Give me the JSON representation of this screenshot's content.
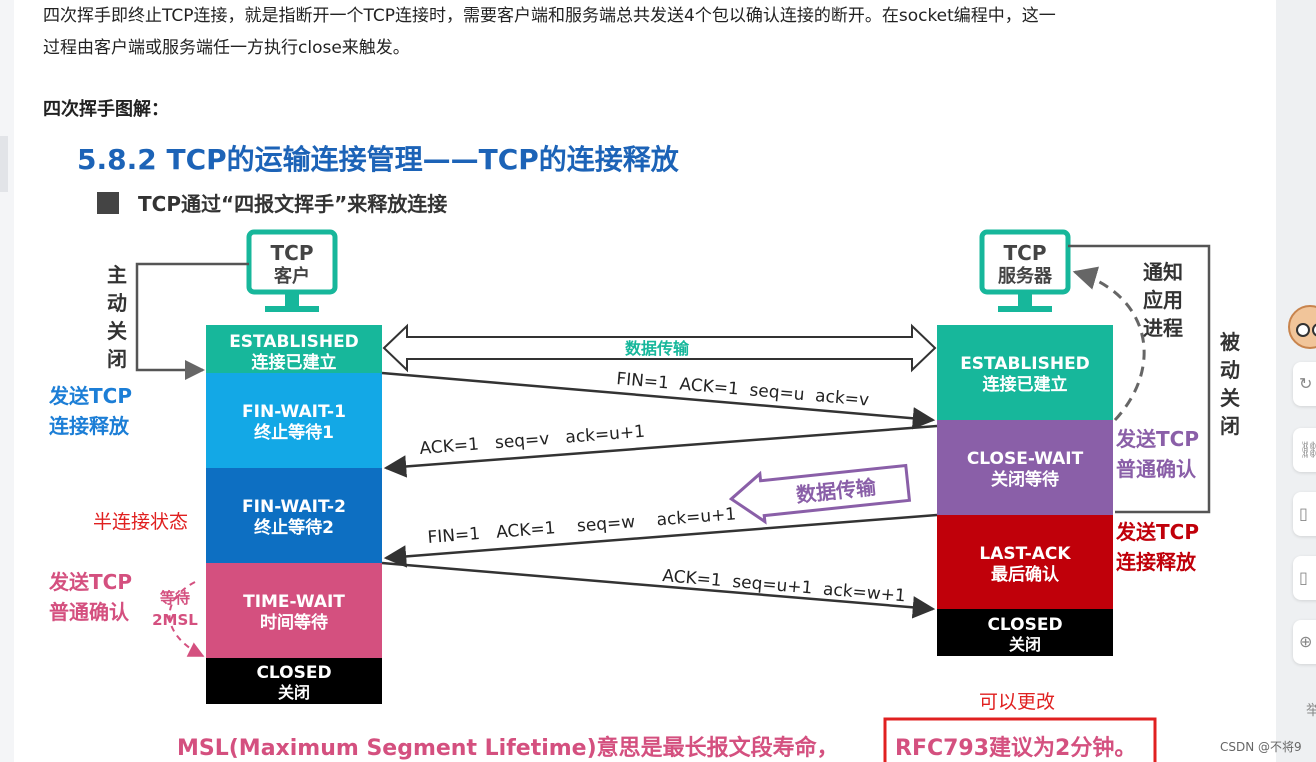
{
  "article": {
    "intro_line1": "四次挥手即终止TCP连接，就是指断开一个TCP连接时，需要客户端和服务端总共发送4个包以确认连接的断开。在socket编程中，这一",
    "intro_line2": "过程由客户端或服务端任一方执行close来触发。",
    "section_heading": "四次挥手图解："
  },
  "diagram": {
    "title": "5.8.2 TCP的运输连接管理——TCP的连接释放",
    "subtitle": "TCP通过“四报文挥手”来释放连接",
    "client_label": [
      "TCP",
      "客户"
    ],
    "server_label": [
      "TCP",
      "服务器"
    ],
    "active_close": [
      "主",
      "动",
      "关",
      "闭"
    ],
    "passive_close": [
      "被",
      "动",
      "关",
      "闭"
    ],
    "notify_app": [
      "通知",
      "应用",
      "进程"
    ],
    "client_states": [
      {
        "name": "ESTABLISHED",
        "cn": "连接已建立",
        "color": "#17b79b"
      },
      {
        "name": "FIN-WAIT-1",
        "cn": "终止等待1",
        "color": "#13a8e6"
      },
      {
        "name": "FIN-WAIT-2",
        "cn": "终止等待2",
        "color": "#0d6fc2"
      },
      {
        "name": "TIME-WAIT",
        "cn": "时间等待",
        "color": "#d4507f"
      },
      {
        "name": "CLOSED",
        "cn": "关闭",
        "color": "#000000"
      }
    ],
    "server_states": [
      {
        "name": "ESTABLISHED",
        "cn": "连接已建立",
        "color": "#17b79b"
      },
      {
        "name": "CLOSE-WAIT",
        "cn": "关闭等待",
        "color": "#8a5fa8"
      },
      {
        "name": "LAST-ACK",
        "cn": "最后确认",
        "color": "#c0000a"
      },
      {
        "name": "CLOSED",
        "cn": "关闭",
        "color": "#000000"
      }
    ],
    "data_transfer": "数据传输",
    "data_transfer_half": "数据传输",
    "segments": [
      "FIN=1  ACK=1  seq=u  ack=v",
      "ACK=1   seq=v   ack=u+1",
      "FIN=1   ACK=1    seq=w    ack=u+1",
      "ACK=1  seq=u+1  ack=w+1"
    ],
    "left_notes": {
      "send_release_1": "发送TCP",
      "send_release_2": "连接释放",
      "half_state": "半连接状态",
      "send_ack_1": "发送TCP",
      "send_ack_2": "普通确认",
      "wait_1": "等待",
      "wait_2": "2MSL"
    },
    "right_notes": {
      "ack_1": "发送TCP",
      "ack_2": "普通确认",
      "release_1": "发送TCP",
      "release_2": "连接释放"
    },
    "changeable": "可以更改",
    "msl_text": "MSL(Maximum Segment Lifetime)意思是最长报文段寿命，",
    "rfc_text": "RFC793建议为2分钟。"
  },
  "watermark": "CSDN @不将9",
  "rail_text": "举",
  "colors": {
    "title_blue": "#1c63b7",
    "accent_blue": "#1c7ed6",
    "red": "#e02020",
    "pink": "#d4507f",
    "purple": "#8a5fa8",
    "dark_red": "#c0000a"
  }
}
